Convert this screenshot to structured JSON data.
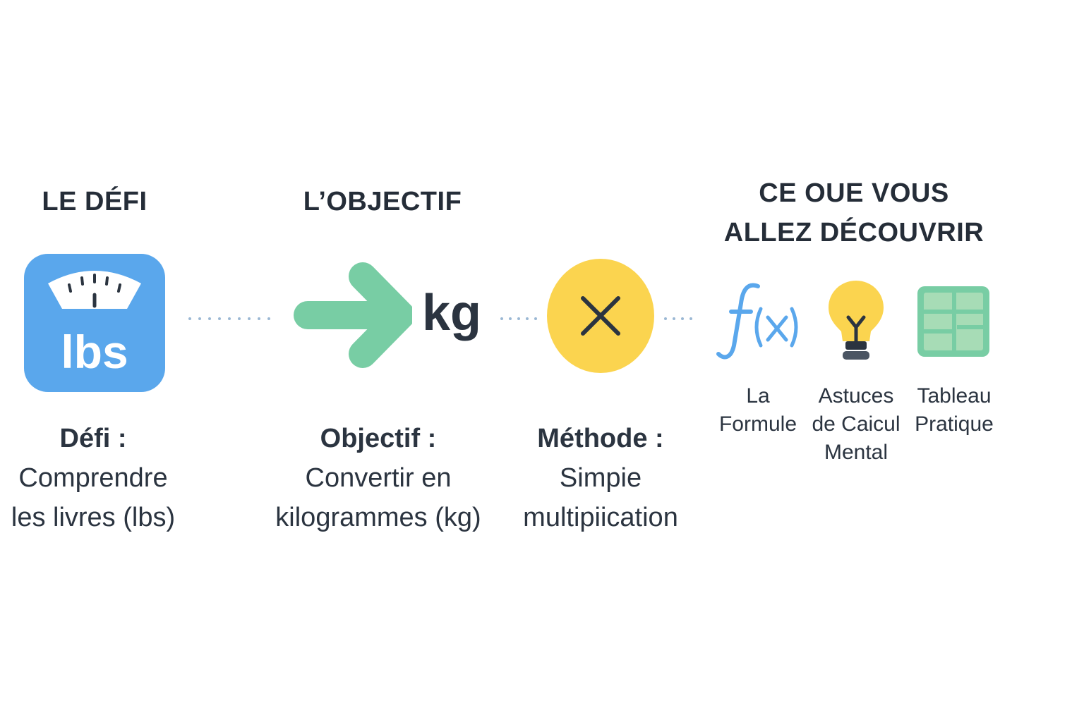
{
  "sections": {
    "defi": {
      "heading": "LE DÉFI",
      "icon": "weighing-scale-icon",
      "icon_text": "lbs",
      "caption": [
        "Défi :",
        "Comprendre",
        "les livres (lbs)"
      ]
    },
    "objectif": {
      "heading": "L’OBJECTIF",
      "icon": "arrow-right-icon",
      "unit_text": "kg",
      "caption": [
        "Objectif :",
        "Convertir en",
        "kilogrammes (kg)"
      ]
    },
    "methode": {
      "icon": "multiply-icon",
      "caption": [
        "Méthode :",
        "Simpie",
        "multipiication"
      ]
    },
    "decouvrir": {
      "heading": [
        "CE OUE VOUS",
        "ALLEZ DÉCOUVRIR"
      ],
      "items": [
        {
          "icon": "function-fx-icon",
          "icon_text": "f(x)",
          "label": [
            "La",
            "Formule"
          ]
        },
        {
          "icon": "lightbulb-icon",
          "label": [
            "Astuces",
            "de Caicul",
            "Mental"
          ]
        },
        {
          "icon": "table-icon",
          "label": [
            "Tableau",
            "Pratique"
          ]
        }
      ]
    }
  },
  "colors": {
    "blue": "#5aa7ec",
    "green": "#78cda4",
    "yellow": "#fbd44f",
    "dark": "#2b3440",
    "dots": "#9bb8d4"
  }
}
